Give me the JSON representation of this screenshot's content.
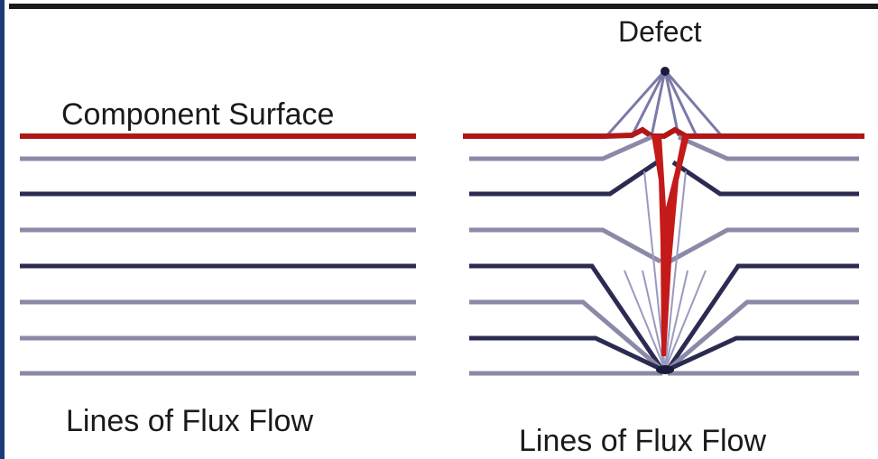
{
  "left_panel": {
    "surface_label": "Component Surface",
    "flux_label": "Lines of Flux Flow"
  },
  "right_panel": {
    "defect_label": "Defect",
    "flux_label": "Lines of Flux Flow"
  },
  "colors": {
    "surface": "#b01818",
    "flux_dark": "#2b2b52",
    "flux_light": "#8a8aa8",
    "frame": "#1c3a78",
    "top_rule": "#1a1a1a"
  }
}
